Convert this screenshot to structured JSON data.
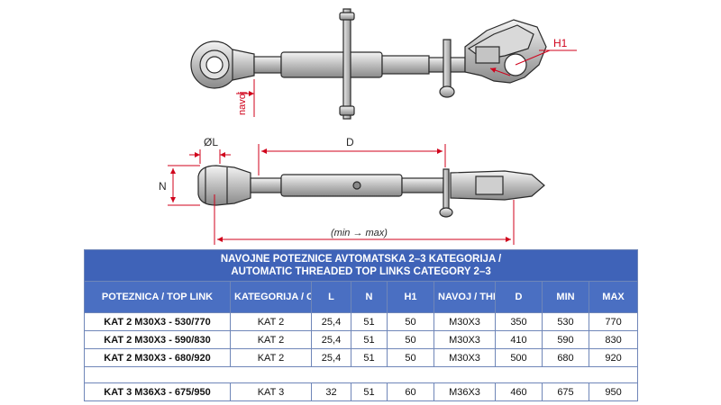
{
  "drawing": {
    "label_navoj": "navoj",
    "label_h1": "H1",
    "label_dl": "ØL",
    "label_d": "D",
    "label_n": "N",
    "label_minmax": "(min → max)",
    "colors": {
      "dimension": "#d0021b",
      "outline": "#2a2a2a",
      "metal": "#cfcfcf"
    }
  },
  "table": {
    "title_line1": "NAVOJNE POTEZNICE AVTOMATSKA 2–3 KATEGORIJA /",
    "title_line2": "AUTOMATIC THREADED TOP LINKS CATEGORY 2–3",
    "headers": [
      "POTEZNICA / TOP LINK",
      "KATEGORIJA / CATEGORY",
      "L",
      "N",
      "H1",
      "NAVOJ / THREAD",
      "D",
      "MIN",
      "MAX"
    ],
    "rows": [
      [
        "KAT 2 M30X3 - 530/770",
        "KAT 2",
        "25,4",
        "51",
        "50",
        "M30X3",
        "350",
        "530",
        "770"
      ],
      [
        "KAT 2 M30X3 - 590/830",
        "KAT 2",
        "25,4",
        "51",
        "50",
        "M30X3",
        "410",
        "590",
        "830"
      ],
      [
        "KAT 2 M30X3 - 680/920",
        "KAT 2",
        "25,4",
        "51",
        "50",
        "M30X3",
        "500",
        "680",
        "920"
      ],
      [
        "KAT 3 M36X3 - 675/950",
        "KAT 3",
        "32",
        "51",
        "60",
        "M36X3",
        "460",
        "675",
        "950"
      ]
    ],
    "colors": {
      "title_bg": "#3f63b8",
      "header_bg": "#4a6fc2",
      "border": "#6f86b8"
    }
  }
}
